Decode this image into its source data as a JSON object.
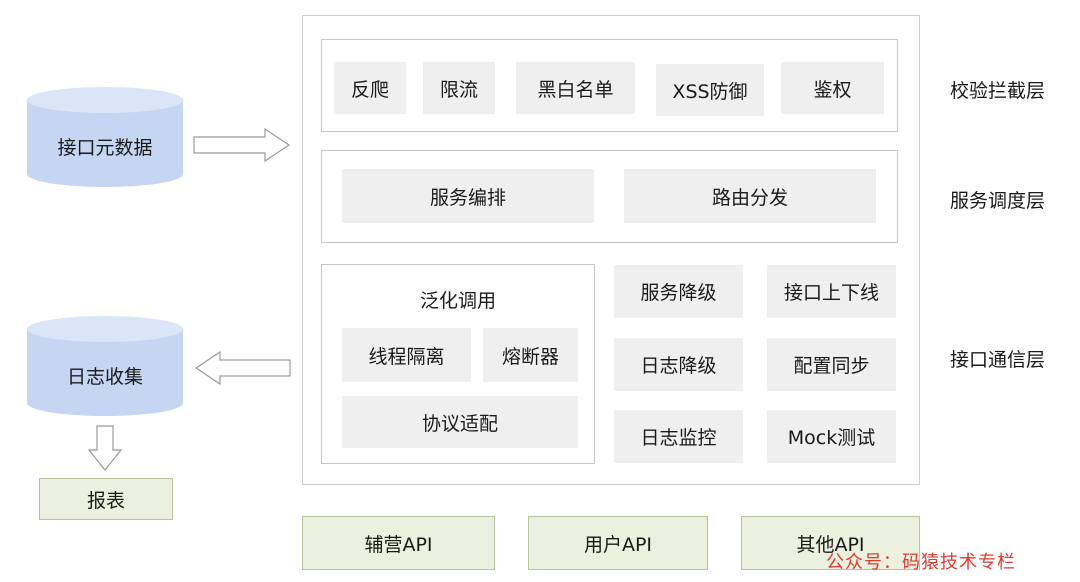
{
  "source_db": {
    "label": "接口元数据"
  },
  "log_collect": {
    "label": "日志收集"
  },
  "report": {
    "label": "报表"
  },
  "layers": {
    "check": {
      "label": "校验拦截层",
      "items": [
        "反爬",
        "限流",
        "黑白名单",
        "XSS防御",
        "鉴权"
      ]
    },
    "schedule": {
      "label": "服务调度层",
      "items": [
        "服务编排",
        "路由分发"
      ]
    },
    "comm": {
      "label": "接口通信层",
      "generic": {
        "title": "泛化调用",
        "items": [
          "线程隔离",
          "熔断器",
          "协议适配"
        ]
      },
      "items": [
        "服务降级",
        "接口上下线",
        "日志降级",
        "配置同步",
        "日志监控",
        "Mock测试"
      ]
    }
  },
  "apis": [
    "辅营API",
    "用户API",
    "其他API"
  ],
  "watermark": "公众号：码猿技术专栏",
  "colors": {
    "cylinder": "#c6d5f2",
    "cylinder_top": "#dbe5f8",
    "gray_box": "#efefef",
    "green_box": "#ebf1de",
    "watermark": "#e23b2e"
  }
}
